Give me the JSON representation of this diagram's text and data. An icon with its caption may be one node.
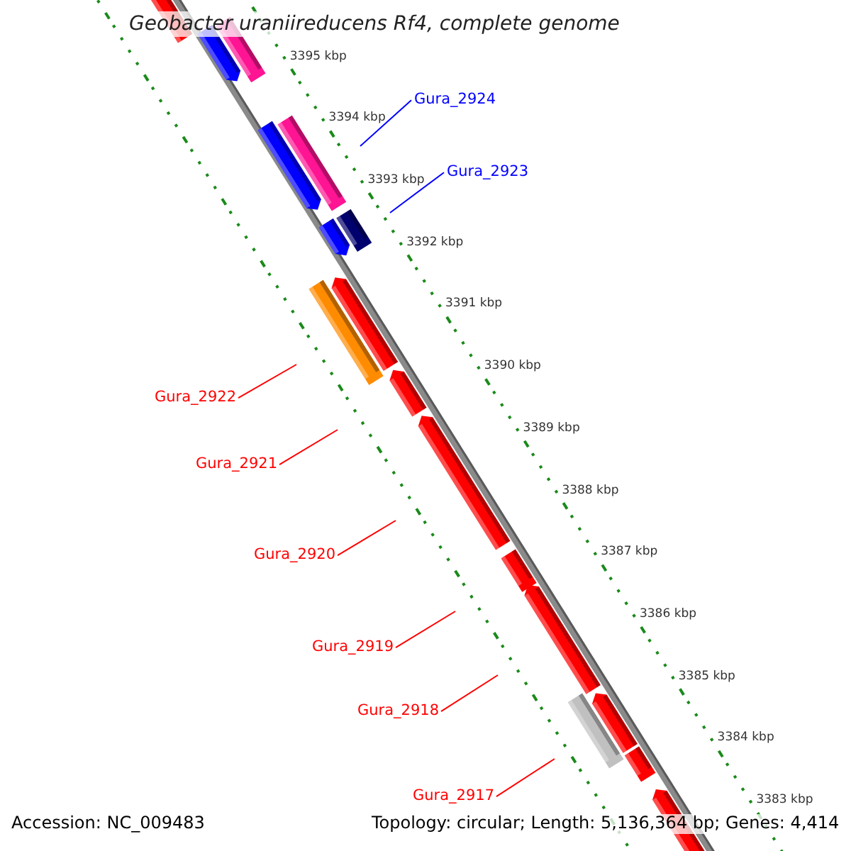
{
  "diagram": {
    "title": "Geobacter uraniireducens Rf4, complete genome",
    "nodes": [
      {
        "text": [
          "Gura_2924"
        ]
      },
      {
        "text": [
          "Gura_2923"
        ]
      },
      {
        "text": [
          "Gura_2922"
        ]
      },
      {
        "text": [
          "Gura_2921"
        ]
      },
      {
        "text": [
          "Gura_2920"
        ]
      },
      {
        "text": [
          "Gura_2919"
        ]
      },
      {
        "text": [
          "Gura_2918"
        ]
      },
      {
        "text": [
          "Gura_2917"
        ]
      }
    ],
    "edges": [
      {
        "from": 0,
        "to": null,
        "arrow": "none",
        "color": "#0000ff"
      },
      {
        "from": 1,
        "to": null,
        "arrow": "none",
        "color": "#0000ff"
      },
      {
        "from": 2,
        "to": null,
        "arrow": "none"
      },
      {
        "from": 3,
        "to": null,
        "arrow": "none"
      },
      {
        "from": 4,
        "to": null,
        "arrow": "none"
      },
      {
        "from": 5,
        "to": null,
        "arrow": "none"
      },
      {
        "from": 6,
        "to": null,
        "arrow": "none"
      },
      {
        "from": 7,
        "to": null,
        "arrow": "none"
      }
    ],
    "labels": [
      "3395 kbp",
      "3394 kbp",
      "3393 kbp",
      "3392 kbp",
      "3391 kbp",
      "3390 kbp",
      "3389 kbp",
      "3388 kbp",
      "3387 kbp",
      "3386 kbp",
      "3385 kbp",
      "3384 kbp",
      "3383 kbp",
      "Accession: NC_009483",
      "Topology: circular; Length: 5,136,364 bp; Genes: 4,414"
    ]
  }
}
